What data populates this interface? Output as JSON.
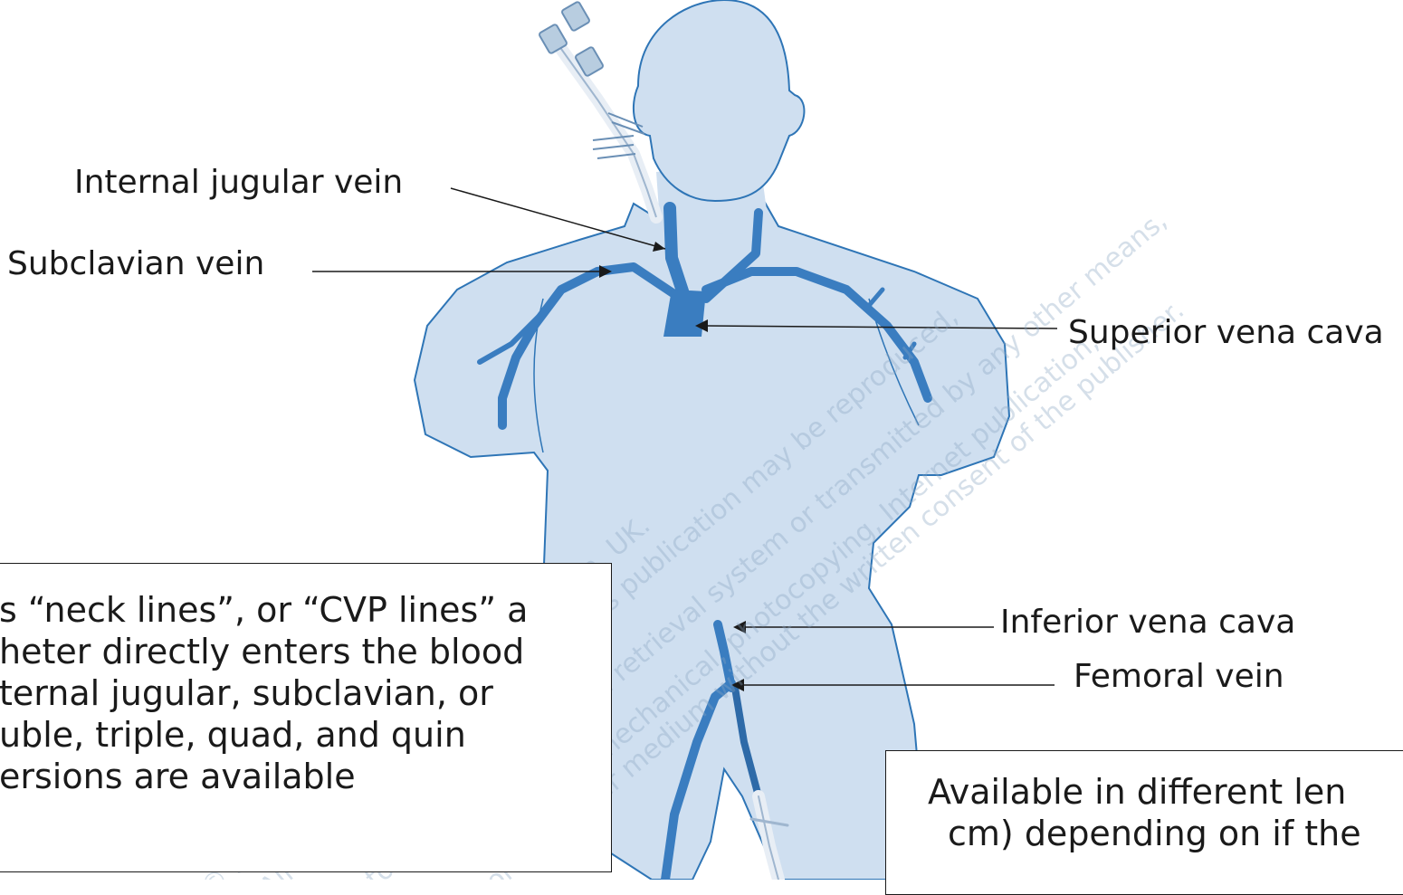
{
  "diagram": {
    "labels": {
      "internal_jugular": "Internal jugular vein",
      "subclavian": "Subclavian vein",
      "superior_vena_cava": "Superior vena cava",
      "inferior_vena_cava": "Inferior vena cava",
      "femoral": "Femoral vein"
    },
    "left_box": {
      "lines": [
        "s “neck lines”, or “CVP lines” a",
        "heter directly enters the blood",
        "ternal jugular, subclavian, or",
        "uble, triple, quad, and quin",
        "ersions are available"
      ]
    },
    "right_box": {
      "lines": [
        "Available in different len",
        "cm) depending on if the"
      ]
    },
    "watermark": {
      "lines": [
        "© St Mark’s Hospital, Harrow, London, UK.",
        "All rights reserved. No part of this publication may be reproduced,",
        "stored in an information retrieval system or transmitted by any other means,",
        "electronic, mechanical, photocopying, Internet publication,",
        "or any other medium without the written consent of the publisher."
      ]
    },
    "colors": {
      "body_fill": "#cfdff0",
      "body_stroke": "#2e75b6",
      "vein": "#3a7dc0",
      "text": "#1a1a1a"
    }
  }
}
